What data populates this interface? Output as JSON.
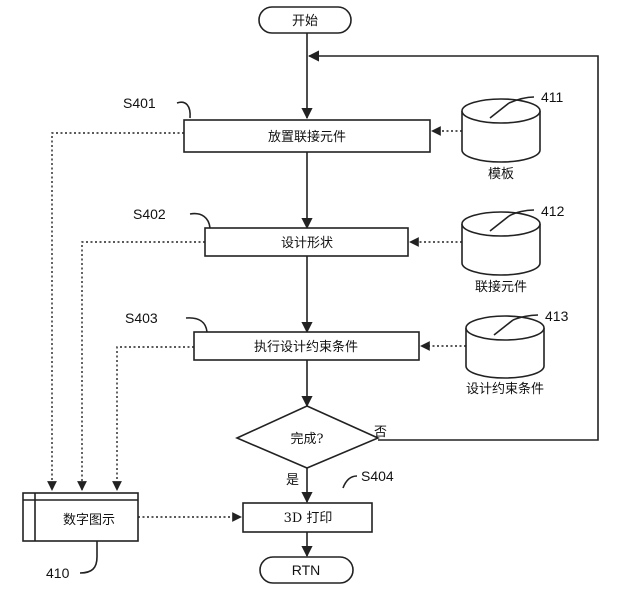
{
  "terminals": {
    "start": "开始",
    "end": "RTN"
  },
  "steps": {
    "s401": {
      "id": "S401",
      "label": "放置联接元件"
    },
    "s402": {
      "id": "S402",
      "label": "设计形状"
    },
    "s403": {
      "id": "S403",
      "label": "执行设计约束条件"
    },
    "s404": {
      "id": "S404",
      "label": "3D 打印"
    }
  },
  "decision": {
    "label": "完成?",
    "no_label": "否",
    "yes_label": "是"
  },
  "databases": {
    "db411": {
      "id": "411",
      "label": "模板"
    },
    "db412": {
      "id": "412",
      "label": "联接元件"
    },
    "db413": {
      "id": "413",
      "label": "设计约束条件"
    }
  },
  "digital_rep": {
    "id": "410",
    "label": "数字图示"
  }
}
